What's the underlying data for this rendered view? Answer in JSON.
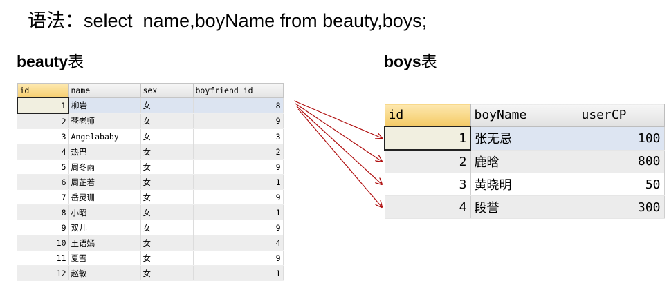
{
  "syntax_text": "语法：select  name,boyName from beauty,boys;",
  "beauty_caption": {
    "name": "beauty",
    "suffix": "表"
  },
  "boys_caption": {
    "name": "boys",
    "suffix": "表"
  },
  "beauty_table": {
    "columns": [
      "id",
      "name",
      "sex",
      "boyfriend_id"
    ],
    "rows": [
      [
        "1",
        "柳岩",
        "女",
        "8"
      ],
      [
        "2",
        "苍老师",
        "女",
        "9"
      ],
      [
        "3",
        "Angelababy",
        "女",
        "3"
      ],
      [
        "4",
        "热巴",
        "女",
        "2"
      ],
      [
        "5",
        "周冬雨",
        "女",
        "9"
      ],
      [
        "6",
        "周芷若",
        "女",
        "1"
      ],
      [
        "7",
        "岳灵珊",
        "女",
        "9"
      ],
      [
        "8",
        "小昭",
        "女",
        "1"
      ],
      [
        "9",
        "双儿",
        "女",
        "9"
      ],
      [
        "10",
        "王语嫣",
        "女",
        "4"
      ],
      [
        "11",
        "夏雪",
        "女",
        "9"
      ],
      [
        "12",
        "赵敏",
        "女",
        "1"
      ]
    ]
  },
  "boys_table": {
    "columns": [
      "id",
      "boyName",
      "userCP"
    ],
    "rows": [
      [
        "1",
        "张无忌",
        "100"
      ],
      [
        "2",
        "鹿晗",
        "800"
      ],
      [
        "3",
        "黄晓明",
        "50"
      ],
      [
        "4",
        "段誉",
        "300"
      ]
    ]
  },
  "arrow_color": "#b01010"
}
